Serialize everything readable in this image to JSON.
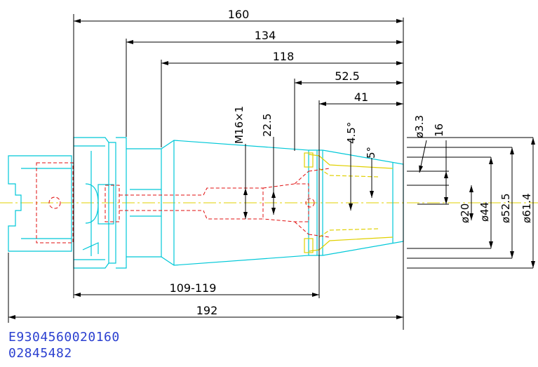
{
  "dimensions": {
    "d160": "160",
    "d134": "134",
    "d118": "118",
    "d52_5": "52.5",
    "d41": "41",
    "d109_119": "109-119",
    "d192": "192",
    "m16": "M16×1",
    "d22_5": "22.5",
    "a4_5": "4.5°",
    "a5": "5°",
    "dia3_3": "ø3.3",
    "d16": "16",
    "dia20": "ø20",
    "dia44": "ø44",
    "dia52_5": "ø52.5",
    "dia61_4": "ø61.4"
  },
  "codes": {
    "line1": "E9304560020160",
    "line2": "02845482"
  },
  "colors": {
    "outline": "#00c8d8",
    "hidden": "#e01010",
    "centerline": "#e0d000",
    "dimension": "#000000",
    "code_text": "#2a3fd0"
  }
}
